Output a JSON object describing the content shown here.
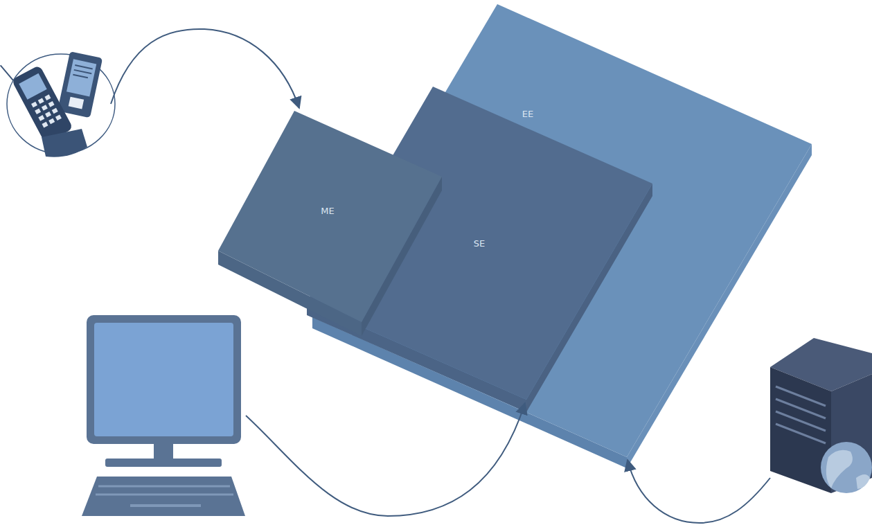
{
  "diagram": {
    "nodes": [
      {
        "text": [
          "EE"
        ]
      },
      {
        "text": [
          "ME"
        ]
      },
      {
        "text": [
          "SE"
        ],
        "in": 0
      }
    ]
  }
}
